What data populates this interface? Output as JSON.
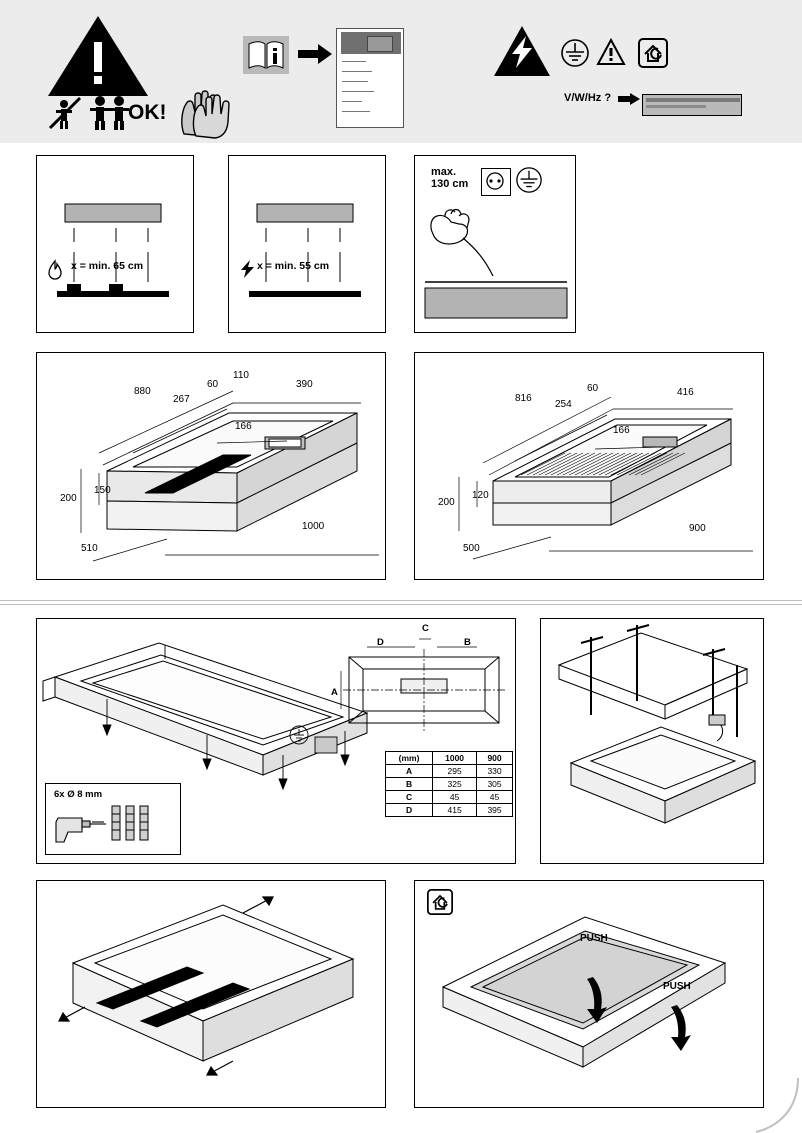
{
  "document": {
    "title": "Cooker hood installation instruction sheet",
    "top_band": {
      "warning_icon": "warning-triangle",
      "no_children_icon": "no-children",
      "ok_icon": "OK!",
      "ok_text": "OK!",
      "gloves_icon": "protective-gloves",
      "manual_icon": "read-manual",
      "arrow_icon": "arrow-right",
      "document_icon": "document-page",
      "electric_shock_icon": "electric-shock-triangle",
      "earth_icon": "earth-ground",
      "attention_icon": "attention-triangle",
      "recycling_icon": "recycle-home",
      "rating_label": "V/W/Hz ?",
      "rating_plate_icon": "rating-plate"
    },
    "panels": {
      "gas_distance": {
        "label": "x = min. 65 cm",
        "icon": "gas-flame"
      },
      "electric_distance": {
        "label": "x = min. 55 cm",
        "icon": "electric-bolt"
      },
      "socket": {
        "label_line1": "max.",
        "label_line2": "130 cm",
        "plug_icon": "power-socket",
        "earth_icon": "earth-ground"
      },
      "dim_1000": {
        "values": [
          "880",
          "60",
          "110",
          "390",
          "267",
          "166",
          "200",
          "150",
          "1000",
          "510"
        ]
      },
      "dim_900": {
        "values": [
          "816",
          "60",
          "416",
          "254",
          "166",
          "200",
          "120",
          "900",
          "500"
        ]
      },
      "frame_opening": {
        "letters": [
          "D",
          "C",
          "B",
          "A"
        ]
      },
      "drill": {
        "label": "6x Ø 8 mm",
        "icon": "drill"
      },
      "push_panel": {
        "push_1": "PUSH",
        "push_2": "PUSH",
        "recycling_icon": "recycle-home"
      }
    },
    "table": {
      "caption": "(mm)",
      "columns": [
        "(mm)",
        "1000",
        "900"
      ],
      "rows": [
        {
          "label": "A",
          "v1000": "295",
          "v900": "330"
        },
        {
          "label": "B",
          "v1000": "325",
          "v900": "305"
        },
        {
          "label": "C",
          "v1000": "45",
          "v900": "45"
        },
        {
          "label": "D",
          "v1000": "415",
          "v900": "395"
        }
      ]
    }
  }
}
